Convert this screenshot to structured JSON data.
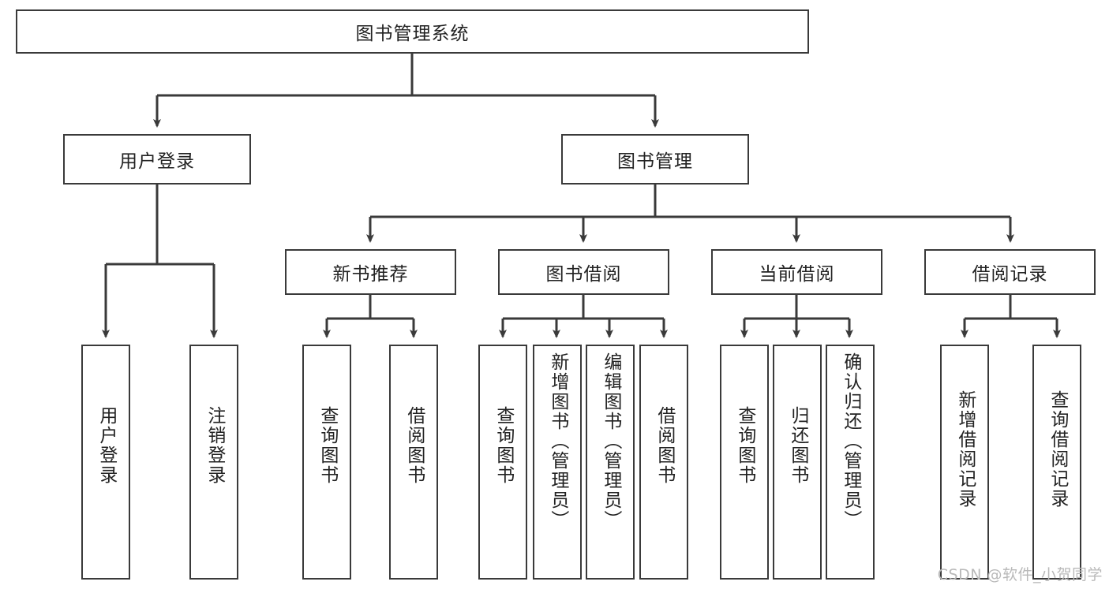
{
  "diagram": {
    "type": "tree-hierarchy",
    "title": "图书管理系统",
    "orientation": "top-down",
    "colors": {
      "box_stroke": "#3a3a3a",
      "box_fill": "#ffffff",
      "text": "#222222",
      "edge": "#3a3a3a",
      "watermark": "#b9b9b9",
      "background": "#ffffff"
    },
    "root": {
      "label": "图书管理系统"
    },
    "level2": [
      {
        "label": "用户登录"
      },
      {
        "label": "图书管理"
      }
    ],
    "level3": [
      {
        "label": "新书推荐"
      },
      {
        "label": "图书借阅"
      },
      {
        "label": "当前借阅"
      },
      {
        "label": "借阅记录"
      }
    ],
    "leaves": {
      "user_login": [
        {
          "label": "用户登录"
        },
        {
          "label": "注销登录"
        }
      ],
      "new_book_recommend": [
        {
          "label": "查询图书"
        },
        {
          "label": "借阅图书"
        }
      ],
      "book_borrow": [
        {
          "label": "查询图书"
        },
        {
          "label": "新增图书（管理员）"
        },
        {
          "label": "编辑图书（管理员）"
        },
        {
          "label": "借阅图书"
        }
      ],
      "current_borrow": [
        {
          "label": "查询图书"
        },
        {
          "label": "归还图书"
        },
        {
          "label": "确认归还（管理员）"
        }
      ],
      "borrow_record": [
        {
          "label": "新增借阅记录"
        },
        {
          "label": "查询借阅记录"
        }
      ]
    }
  },
  "watermark": {
    "text": "CSDN @软件_小贺同学"
  }
}
